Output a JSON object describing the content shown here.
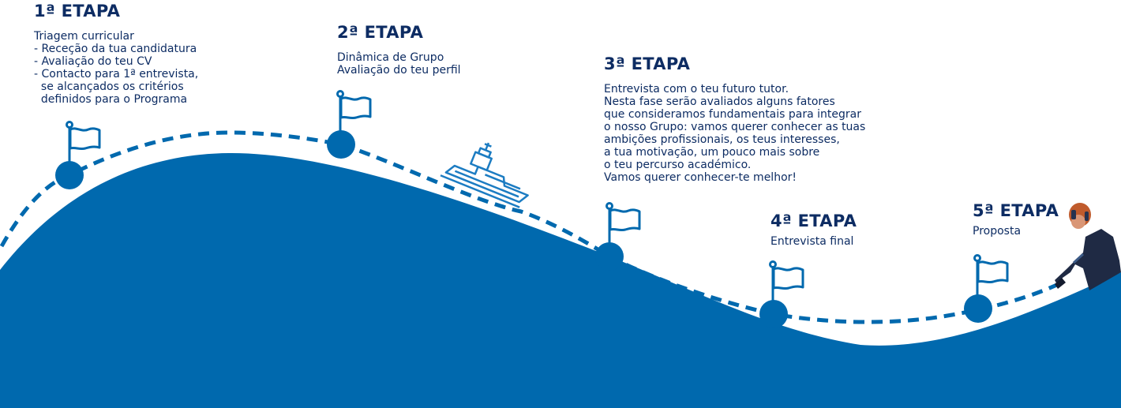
{
  "colors": {
    "wave": "#0069ae",
    "path_dashes": "#0069ae",
    "heading": "#0d2c63",
    "text": "#0d2c63",
    "background": "#ffffff"
  },
  "stages": [
    {
      "title": "1ª ETAPA",
      "description": "Triagem curricular\n- Receção da tua candidatura\n- Avaliação do teu CV\n- Contacto para 1ª entrevista,\n  se alcançados os critérios\n  definidos para o Programa",
      "icon": "flag-icon"
    },
    {
      "title": "2ª ETAPA",
      "description": "Dinâmica de Grupo\nAvaliação do teu perfil",
      "icon": "flag-icon"
    },
    {
      "title": "3ª ETAPA",
      "description": "Entrevista com o teu futuro tutor.\nNesta fase serão avaliados alguns fatores\nque consideramos fundamentais para integrar\no nosso Grupo: vamos querer conhecer as tuas\nambições profissionais, os teus interesses,\na tua motivação, um pouco mais sobre\no teu percurso académico.\nVamos querer conhecer-te melhor!",
      "icon": "flag-icon"
    },
    {
      "title": "4ª ETAPA",
      "description": "Entrevista final",
      "icon": "flag-icon"
    },
    {
      "title": "5ª ETAPA",
      "description": "Proposta",
      "icon": "flag-icon"
    }
  ],
  "decorations": {
    "ship": "ship-icon",
    "worker": "worker-illustration"
  }
}
